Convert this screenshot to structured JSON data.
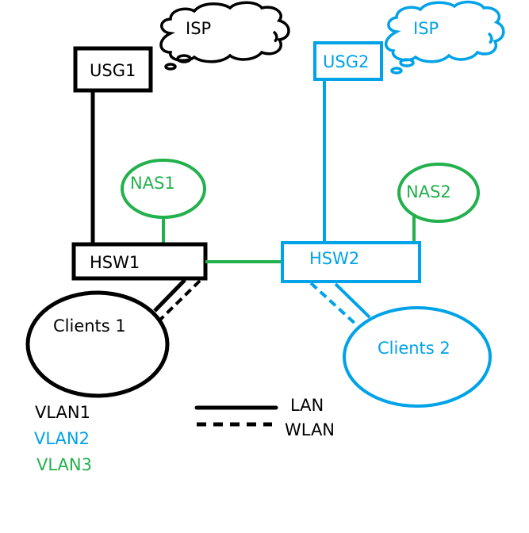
{
  "colors": {
    "vlan1": "#000000",
    "vlan2": "#00a2e8",
    "vlan3": "#22b14c"
  },
  "nodes": {
    "isp1": {
      "label": "ISP"
    },
    "isp2": {
      "label": "ISP"
    },
    "usg1": {
      "label": "USG1"
    },
    "usg2": {
      "label": "USG2"
    },
    "nas1": {
      "label": "NAS1"
    },
    "nas2": {
      "label": "NAS2"
    },
    "hsw1": {
      "label": "HSW1"
    },
    "hsw2": {
      "label": "HSW2"
    },
    "clients1": {
      "label": "Clients 1"
    },
    "clients2": {
      "label": "Clients 2"
    }
  },
  "vlan_legend": [
    {
      "label": "VLAN1",
      "color": "#000000"
    },
    {
      "label": "VLAN2",
      "color": "#00a2e8"
    },
    {
      "label": "VLAN3",
      "color": "#22b14c"
    }
  ],
  "line_legend": {
    "lan": "LAN",
    "wlan": "WLAN"
  }
}
